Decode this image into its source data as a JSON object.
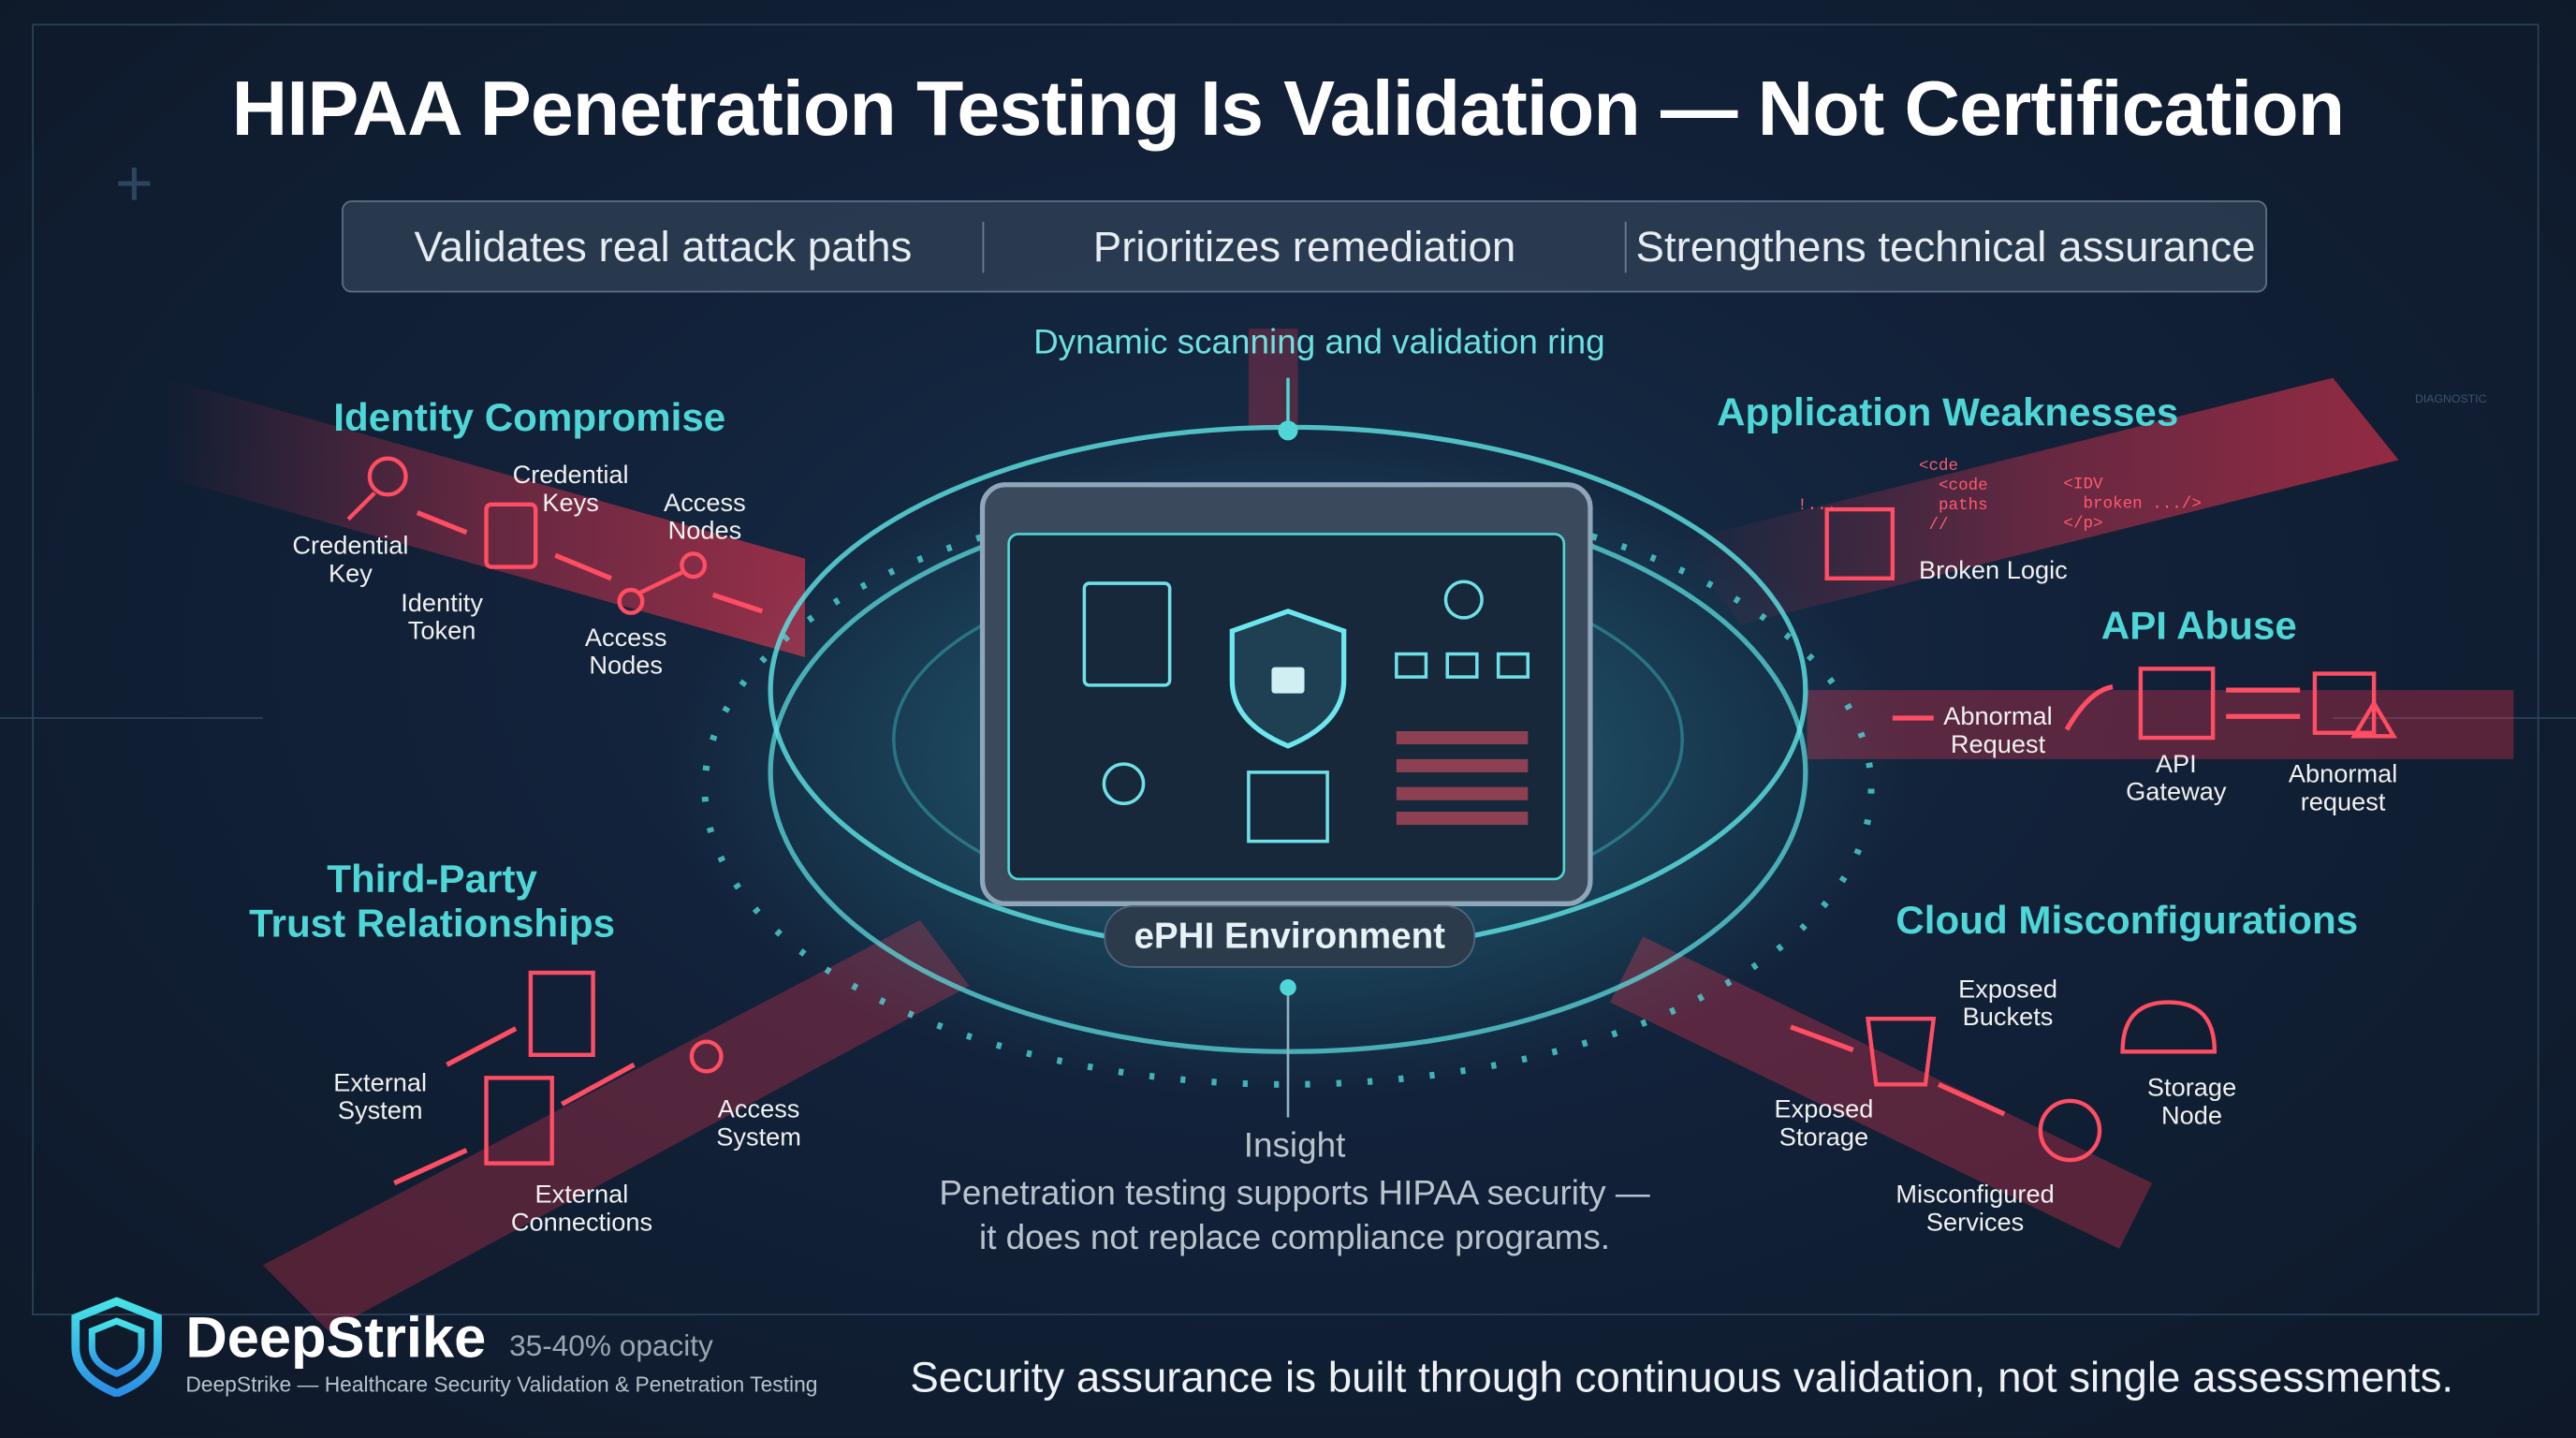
{
  "title": "HIPAA Penetration Testing Is Validation — Not Certification",
  "pillars": [
    "Validates real attack paths",
    "Prioritizes remediation",
    "Strengthens technical assurance"
  ],
  "ring_label": "Dynamic scanning and validation ring",
  "center": {
    "label": "ePHI Environment"
  },
  "identity": {
    "heading": "Identity Compromise",
    "labels": {
      "credential_key": "Credential\nKey",
      "credential_keys": "Credential\nKeys",
      "identity_token": "Identity\nToken",
      "access_nodes_top": "Access\nNodes",
      "access_nodes_bottom": "Access\nNodes"
    }
  },
  "application": {
    "heading": "Application Weaknesses",
    "code": {
      "a": "<cde\n  <code\n  paths\n //",
      "b": "<IDV\n  broken .../>\n</p>",
      "c": "!..."
    },
    "broken_logic": "Broken Logic",
    "diagnostic": "DIAGNOSTIC"
  },
  "api": {
    "heading": "API Abuse",
    "abnormal_request": "Abnormal\nRequest",
    "gateway": "API\nGateway",
    "abnormal_request2": "Abnormal\nrequest"
  },
  "third_party": {
    "heading": "Third-Party\nTrust Relationships",
    "external_system": "External\nSystem",
    "external_connections": "External\nConnections",
    "access_system": "Access\nSystem"
  },
  "cloud": {
    "heading": "Cloud Misconfigurations",
    "exposed_buckets": "Exposed\nBuckets",
    "exposed_storage": "Exposed\nStorage",
    "storage_node": "Storage\nNode",
    "misconfigured_services": "Misconfigured\nServices"
  },
  "insight": {
    "title": "Insight",
    "line1": "Penetration testing supports HIPAA security —",
    "line2": "it does not replace compliance programs."
  },
  "brand": {
    "name": "DeepStrike",
    "note": "35-40% opacity",
    "subtitle": "DeepStrike — Healthcare Security Validation & Penetration Testing"
  },
  "tagline": "Security assurance is built through continuous validation, not single assessments.",
  "colors": {
    "accent": "#4fd6d6",
    "threat": "#ff4d63",
    "background": "#0f1a2a"
  }
}
